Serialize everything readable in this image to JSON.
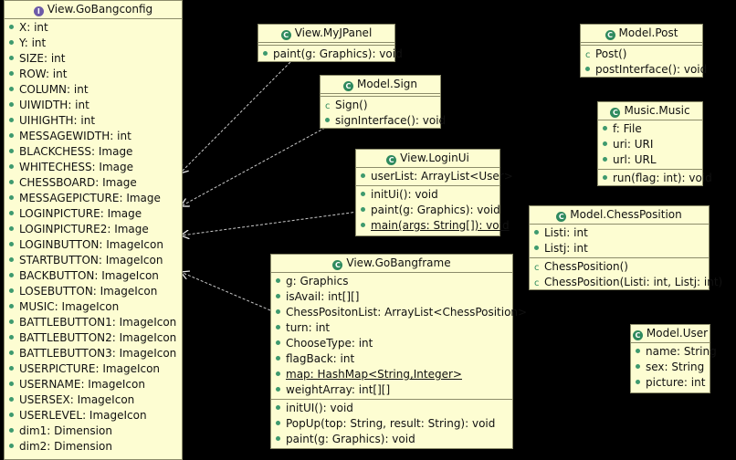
{
  "classes": {
    "gobangconfig": {
      "title": "View.GoBangconfig",
      "fields": [
        "X: int",
        "Y: int",
        "SIZE: int",
        "ROW: int",
        "COLUMN: int",
        "UIWIDTH: int",
        "UIHIGHTH: int",
        "MESSAGEWIDTH: int",
        "BLACKCHESS: Image",
        "WHITECHESS: Image",
        "CHESSBOARD: Image",
        "MESSAGEPICTURE: Image",
        "LOGINPICTURE: Image",
        "LOGINPICTURE2: Image",
        "LOGINBUTTON: ImageIcon",
        "STARTBUTTON: ImageIcon",
        "BACKBUTTON: ImageIcon",
        "LOSEBUTTON: ImageIcon",
        "MUSIC: ImageIcon",
        "BATTLEBUTTON1: ImageIcon",
        "BATTLEBUTTON2: ImageIcon",
        "BATTLEBUTTON3: ImageIcon",
        "USERPICTURE: ImageIcon",
        "USERNAME: ImageIcon",
        "USERSEX: ImageIcon",
        "USERLEVEL: ImageIcon",
        "dim1: Dimension",
        "dim2: Dimension"
      ]
    },
    "myjpanel": {
      "title": "View.MyJPanel",
      "methods": [
        "paint(g: Graphics): void"
      ]
    },
    "sign": {
      "title": "Model.Sign",
      "constructors": [
        "Sign()"
      ],
      "methods": [
        "signInterface(): void"
      ]
    },
    "loginui": {
      "title": "View.LoginUi",
      "fields": [
        "userList: ArrayList<User>"
      ],
      "methods": [
        "initUi(): void",
        "paint(g: Graphics): void"
      ],
      "static_methods": [
        "main(args: String[]): void"
      ]
    },
    "gobangframe": {
      "title": "View.GoBangframe",
      "fields": [
        "g: Graphics",
        "isAvail: int[][]",
        "ChessPositonList: ArrayList<ChessPosition>",
        "turn: int",
        "ChooseType: int",
        "flagBack: int"
      ],
      "static_fields": [
        "map: HashMap<String,Integer>"
      ],
      "fields2": [
        "weightArray: int[][]"
      ],
      "methods": [
        "initUI(): void",
        "PopUp(top: String, result: String): void",
        "paint(g: Graphics): void"
      ]
    },
    "post": {
      "title": "Model.Post",
      "constructors": [
        "Post()"
      ],
      "methods": [
        "postInterface(): void"
      ]
    },
    "music": {
      "title": "Music.Music",
      "fields": [
        "f: File",
        "uri: URI",
        "url: URL"
      ],
      "methods": [
        "run(flag: int): void"
      ]
    },
    "chessposition": {
      "title": "Model.ChessPosition",
      "fields": [
        "Listi: int",
        "Listj: int"
      ],
      "constructors": [
        "ChessPosition()",
        "ChessPosition(Listi: int, Listj: int)"
      ]
    },
    "user": {
      "title": "Model.User",
      "fields": [
        "name: String",
        "sex: String",
        "picture: int"
      ]
    }
  },
  "colors": {
    "box_fill": "#fdfdd2",
    "box_border": "#8c8c6a",
    "class_icon": "#2f8a5e",
    "interface_icon": "#6d5ba8",
    "edge": "#c8c8c8"
  },
  "icons": {
    "class": "class-c-icon",
    "interface": "interface-i-icon",
    "member": "public-dot-icon",
    "constructor": "constructor-icon"
  }
}
